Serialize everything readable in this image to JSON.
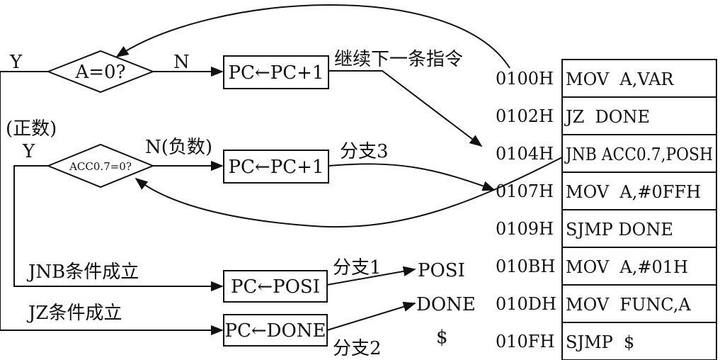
{
  "decisions": {
    "d1": {
      "label": "A=0?",
      "yes": "Y",
      "no": "N"
    },
    "d2": {
      "label": "ACC0.7=0?",
      "yes": "Y",
      "no": "N(负数)",
      "yes_note": "(正数)"
    }
  },
  "process_boxes": {
    "p1": "PC←PC+1",
    "p2": "PC←PC+1",
    "p3": "PC←POSI",
    "p4": "PC←DONE"
  },
  "annotations": {
    "continue_next": "继续下一条指令",
    "branch3": "分支3",
    "branch1": "分支1",
    "branch2": "分支2",
    "jnb_cond": "JNB条件成立",
    "jz_cond": "JZ条件成立"
  },
  "targets": {
    "posi": "POSI",
    "done": "DONE",
    "dollar": "$"
  },
  "memory": {
    "rows": [
      {
        "addr": "0100H",
        "instr": "MOV  A,VAR"
      },
      {
        "addr": "0102H",
        "instr": "JZ  DONE"
      },
      {
        "addr": "0104H",
        "instr": "JNB ACC0.7,POSH"
      },
      {
        "addr": "0107H",
        "instr": "MOV  A,#0FFH"
      },
      {
        "addr": "0109H",
        "instr": "SJMP DONE"
      },
      {
        "addr": "010BH",
        "instr": "MOV  A,#01H"
      },
      {
        "addr": "010DH",
        "instr": "MOV  FUNC,A"
      },
      {
        "addr": "010FH",
        "instr": "SJMP  $"
      }
    ]
  },
  "colors": {
    "ink": "#111111",
    "paper": "#ffffff"
  }
}
